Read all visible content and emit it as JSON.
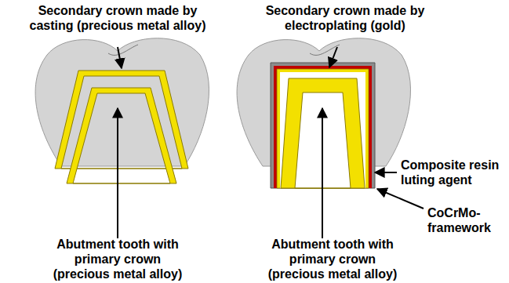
{
  "diagram": {
    "labels": [
      "Secondary crown made by casting (precious metal alloy)",
      "Secondary crown made by electroplating (gold)",
      "Composite resin luting agent",
      "CoCrMo-framework",
      "Abutment tooth with primary crown (precious metal alloy)",
      "Abutment tooth with primary crown (precious metal alloy)"
    ]
  }
}
